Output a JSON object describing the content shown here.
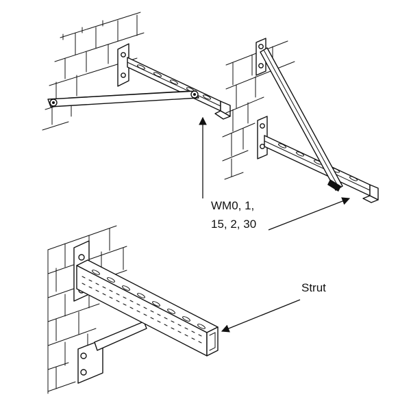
{
  "labels": {
    "model_codes_line1": "WM0, 1,",
    "model_codes_line2": "15, 2, 30",
    "strut": "Strut"
  }
}
